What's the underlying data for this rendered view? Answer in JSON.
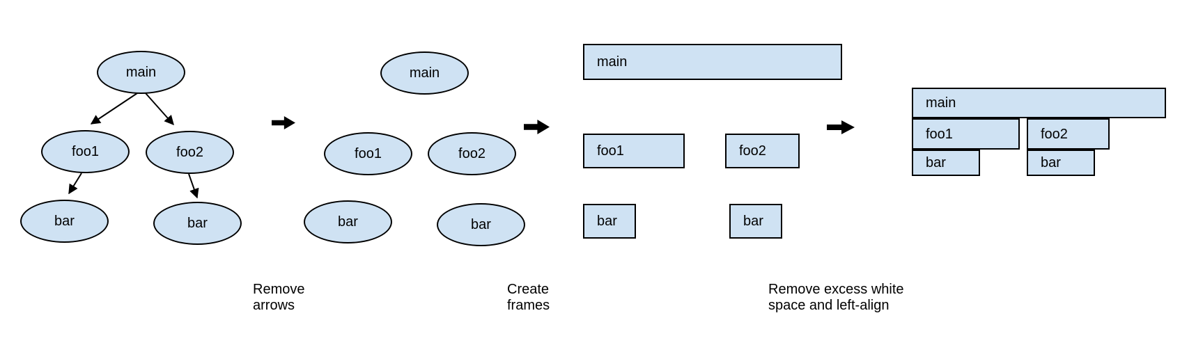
{
  "colors": {
    "background": "#ffffff",
    "node_fill": "#cfe2f3",
    "node_border": "#000000",
    "arrow": "#000000",
    "text": "#000000"
  },
  "panels": {
    "tree": {
      "description": "call tree with arrows",
      "nodes": {
        "main": "main",
        "foo1": "foo1",
        "foo2": "foo2",
        "bar_left": "bar",
        "bar_right": "bar"
      }
    },
    "no_arrows": {
      "description": "call tree, arrows removed",
      "nodes": {
        "main": "main",
        "foo1": "foo1",
        "foo2": "foo2",
        "bar_left": "bar",
        "bar_right": "bar"
      }
    },
    "frames": {
      "description": "nodes converted to frames",
      "nodes": {
        "main": "main",
        "foo1": "foo1",
        "foo2": "foo2",
        "bar_left": "bar",
        "bar_right": "bar"
      }
    },
    "flame_graph": {
      "description": "frames packed into flame graph",
      "nodes": {
        "main": "main",
        "foo1": "foo1",
        "foo2": "foo2",
        "bar_left": "bar",
        "bar_right": "bar"
      }
    }
  },
  "step_labels": {
    "remove_arrows": {
      "line1": "Remove",
      "line2": "arrows"
    },
    "create_frames": {
      "line1": "Create",
      "line2": "frames"
    },
    "left_align": {
      "line1": "Remove excess white",
      "line2": "space and left-align"
    }
  },
  "icons": {
    "step_arrow": "right-arrow"
  }
}
